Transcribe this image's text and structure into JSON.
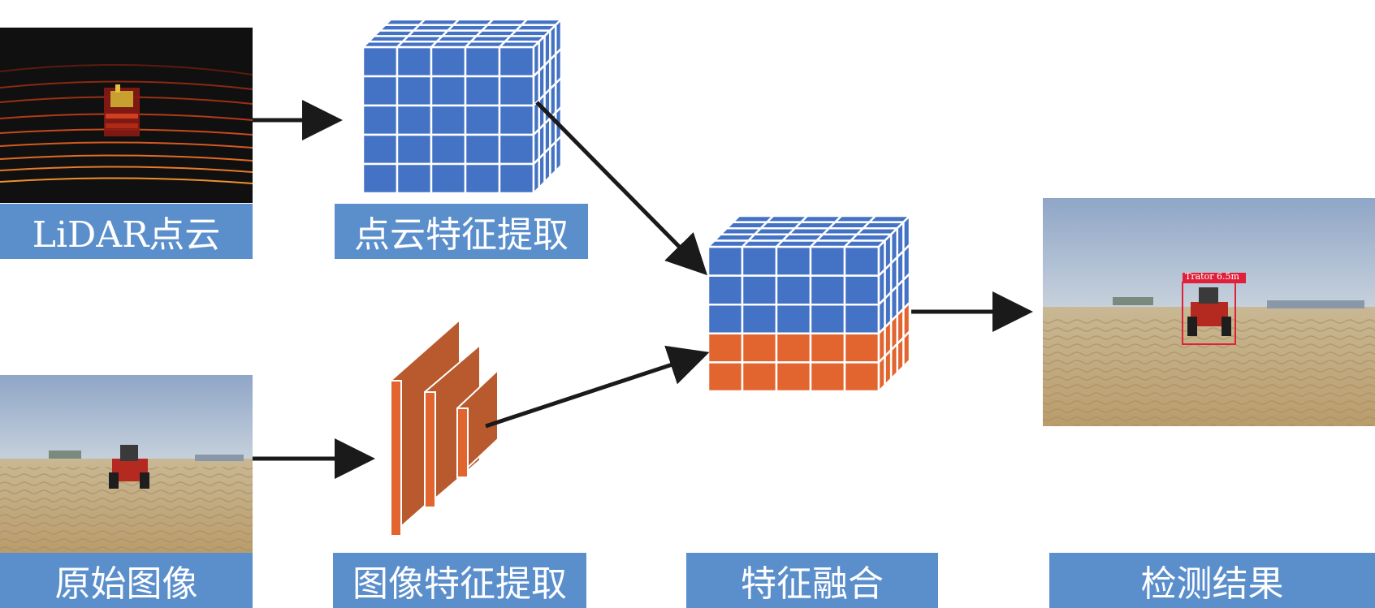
{
  "labels": {
    "lidar": "LiDAR点云",
    "point_feature": "点云特征提取",
    "raw_image": "原始图像",
    "image_feature": "图像特征提取",
    "fusion": "特征融合",
    "result": "检测结果"
  },
  "detection": {
    "box_label": "Trator  6.5m"
  },
  "colors": {
    "label_bg": "#5b8fcc",
    "cube_blue": "#4472c4",
    "cube_orange": "#e2652f",
    "lidar_bg": "#111010",
    "arrow": "#1a1a1a",
    "detect_box": "#e0203a"
  }
}
